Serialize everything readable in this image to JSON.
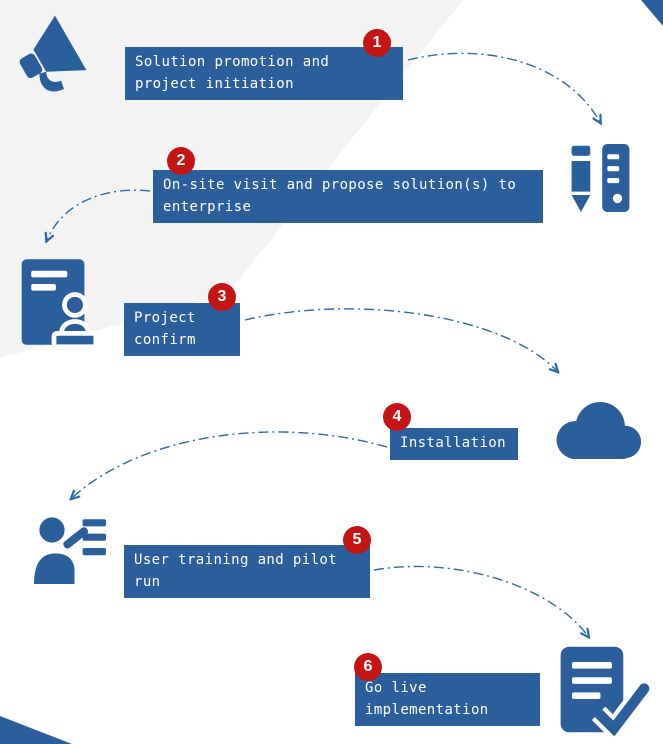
{
  "colors": {
    "primary_blue": "#2b5f9c",
    "arrow_blue": "#2b6aa6",
    "badge_red": "#c41414",
    "background_wedge_gray": "#f3f3f3"
  },
  "steps": [
    {
      "number": "1",
      "label": "Solution promotion and project initiation",
      "icon": "megaphone-icon"
    },
    {
      "number": "2",
      "label": "On-site visit and propose solution(s) to enterprise",
      "icon": "pencil-and-ruler-icon"
    },
    {
      "number": "3",
      "label": "Project confirm",
      "icon": "stamped-document-icon"
    },
    {
      "number": "4",
      "label": "Installation",
      "icon": "cloud-icon"
    },
    {
      "number": "5",
      "label": "User training and pilot run",
      "icon": "trainer-presentation-icon"
    },
    {
      "number": "6",
      "label": "Go live implementation",
      "icon": "checklist-check-icon"
    }
  ]
}
